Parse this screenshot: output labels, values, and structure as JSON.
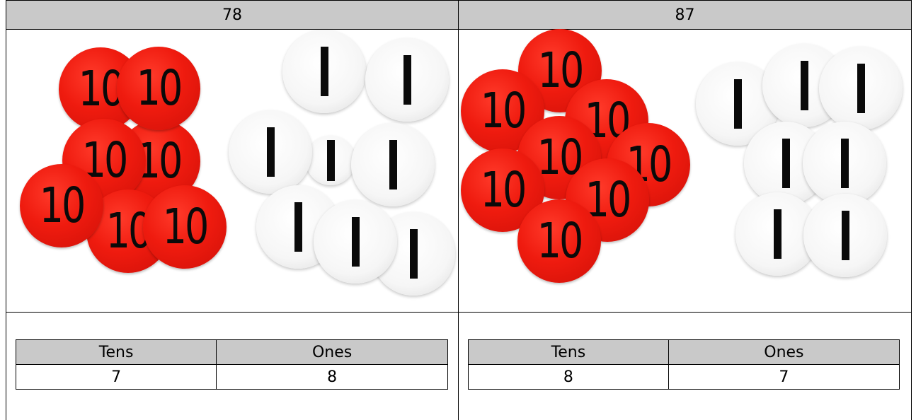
{
  "left": {
    "number": "78",
    "tens_icon": "ten-counter-icon",
    "ones_icon": "one-counter-icon",
    "table": {
      "headers": [
        "Tens",
        "Ones"
      ],
      "values": [
        "7",
        "8"
      ]
    }
  },
  "right": {
    "number": "87",
    "table": {
      "headers": [
        "Tens",
        "Ones"
      ],
      "values": [
        "8",
        "7"
      ]
    }
  },
  "counters": {
    "ten_label": "10",
    "ten_color": "#ef1b0f",
    "one_color": "#ffffff"
  }
}
